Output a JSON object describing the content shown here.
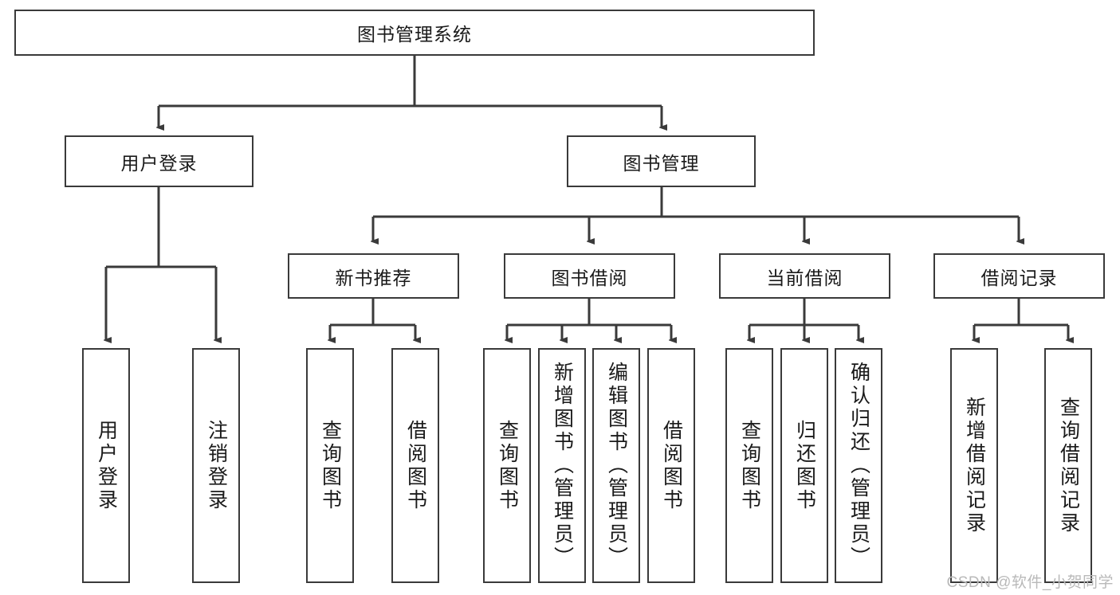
{
  "diagram": {
    "type": "tree-hierarchy-diagram",
    "title": "图书管理系统",
    "line_color": "#3a3a3a",
    "box_fill": "#ffffff",
    "text_color": "#1a1a1a",
    "watermark": "CSDN @软件_小贺同学",
    "nodes": {
      "root": {
        "label": "图书管理系统"
      },
      "level2": [
        {
          "id": "user-login",
          "label": "用户登录"
        },
        {
          "id": "book-manage",
          "label": "图书管理"
        }
      ],
      "level3": [
        {
          "id": "new-book-recommend",
          "label": "新书推荐"
        },
        {
          "id": "book-borrow",
          "label": "图书借阅"
        },
        {
          "id": "current-borrow",
          "label": "当前借阅"
        },
        {
          "id": "borrow-record",
          "label": "借阅记录"
        }
      ],
      "leaves": {
        "user_login": [
          {
            "id": "leaf-user-login",
            "label": "用户登录"
          },
          {
            "id": "leaf-user-logout",
            "label": "注销登录"
          }
        ],
        "new_book_recommend": [
          {
            "id": "leaf-query-book-1",
            "label": "查询图书"
          },
          {
            "id": "leaf-borrow-book-1",
            "label": "借阅图书"
          }
        ],
        "book_borrow": [
          {
            "id": "leaf-query-book-2",
            "label": "查询图书"
          },
          {
            "id": "leaf-add-book",
            "label": "新增图书（管理员）"
          },
          {
            "id": "leaf-edit-book",
            "label": "编辑图书（管理员）"
          },
          {
            "id": "leaf-borrow-book-2",
            "label": "借阅图书"
          }
        ],
        "current_borrow": [
          {
            "id": "leaf-query-book-3",
            "label": "查询图书"
          },
          {
            "id": "leaf-return-book",
            "label": "归还图书"
          },
          {
            "id": "leaf-confirm-return",
            "label": "确认归还（管理员）"
          }
        ],
        "borrow_record": [
          {
            "id": "leaf-add-record",
            "label": "新增借阅记录"
          },
          {
            "id": "leaf-query-record",
            "label": "查询借阅记录"
          }
        ]
      }
    }
  }
}
